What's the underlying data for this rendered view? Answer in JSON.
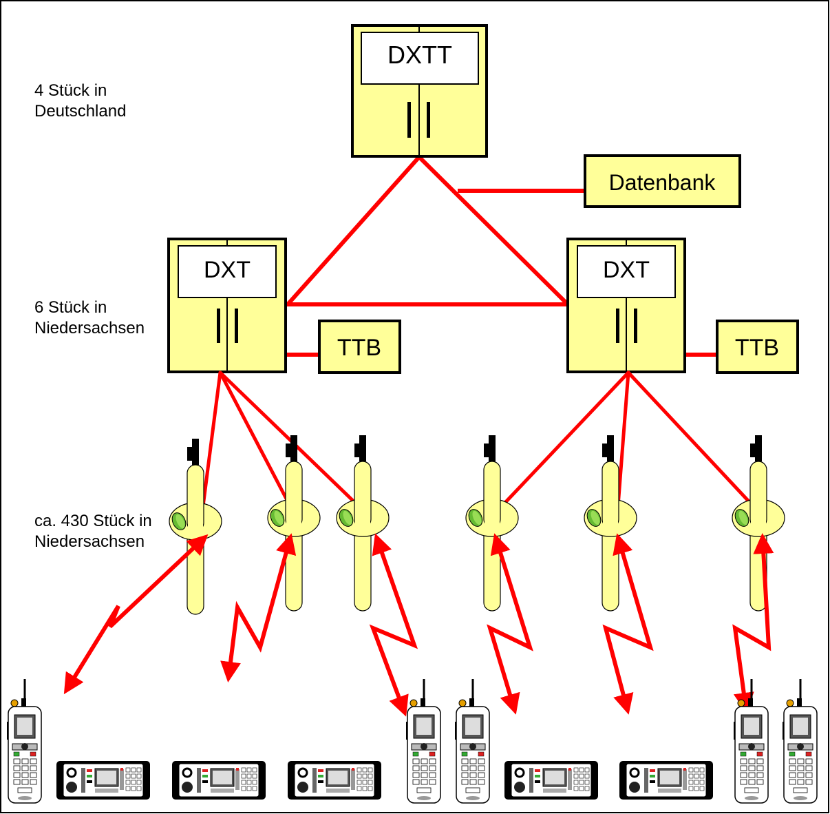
{
  "labels": {
    "tier1": "4 Stück in\nDeutschland",
    "tier2": "6 Stück in\nNiedersachsen",
    "tier3": "ca. 430 Stück in\nNiedersachsen"
  },
  "nodes": {
    "dxtt": "DXTT",
    "datenbank": "Datenbank",
    "dxt_left": "DXT",
    "dxt_right": "DXT",
    "ttb_left": "TTB",
    "ttb_right": "TTB"
  },
  "colors": {
    "link": "#ff0000",
    "cabinet_fill": "#ffff99",
    "tower_fill": "#ffff99",
    "antenna_dish": "#66bb33",
    "outline": "#000000"
  },
  "icons": {
    "base_station": "tower-antenna-icon",
    "handheld": "handheld-radio-icon",
    "vehicle": "vehicle-radio-icon"
  }
}
